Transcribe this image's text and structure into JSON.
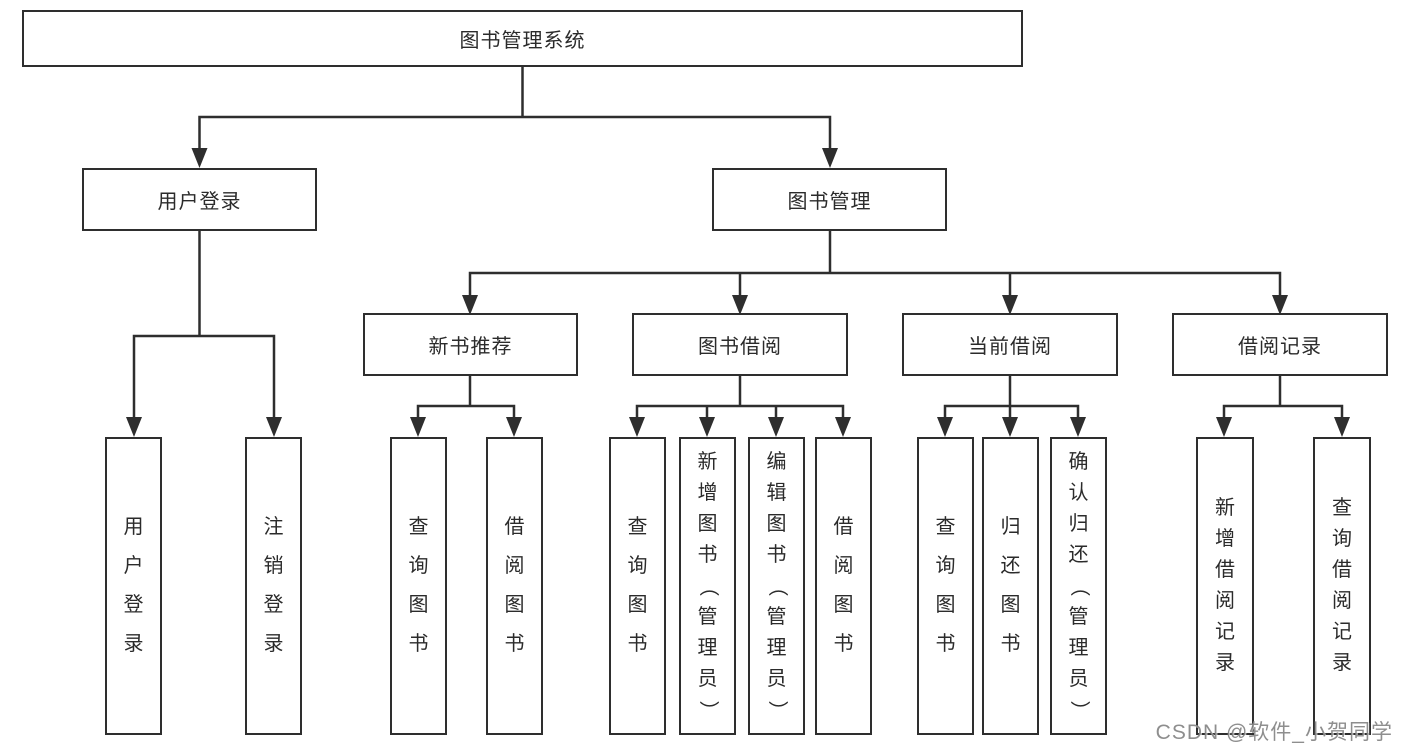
{
  "watermark": "CSDN @软件_小贺同学",
  "colors": {
    "line": "#2e2e2e",
    "box_border": "#2e2e2e",
    "box_background": "#ffffff",
    "text": "#2b2b2b",
    "watermark": "#848484"
  },
  "root": {
    "label": "图书管理系统"
  },
  "branches": {
    "user": {
      "label": "用户登录",
      "children": {
        "login": "用户登录",
        "logout": "注销登录"
      }
    },
    "book": {
      "label": "图书管理",
      "children": {
        "recommend": {
          "label": "新书推荐",
          "children": {
            "query": "查询图书",
            "borrow": "借阅图书"
          }
        },
        "borrow": {
          "label": "图书借阅",
          "children": {
            "query": "查询图书",
            "add": "新增图书（管理员）",
            "edit": "编辑图书（管理员）",
            "borrow": "借阅图书"
          }
        },
        "current": {
          "label": "当前借阅",
          "children": {
            "query": "查询图书",
            "return": "归还图书",
            "confirm": "确认归还（管理员）"
          }
        },
        "records": {
          "label": "借阅记录",
          "children": {
            "add": "新增借阅记录",
            "query": "查询借阅记录"
          }
        }
      }
    }
  }
}
